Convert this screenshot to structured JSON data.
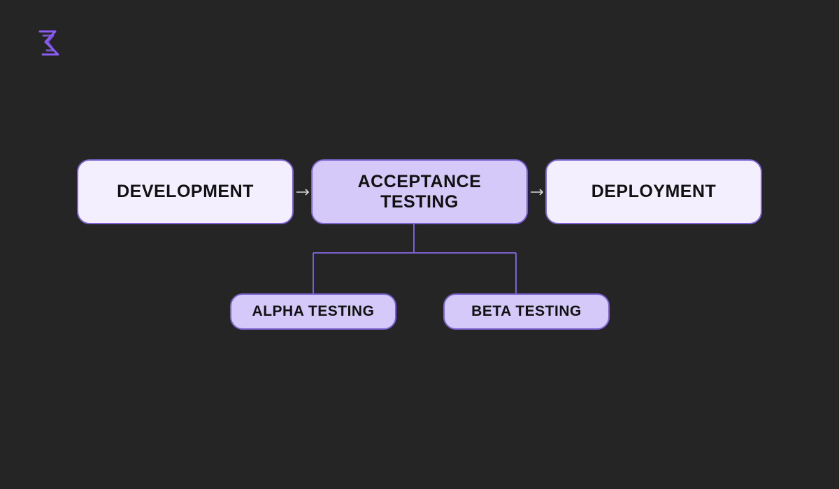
{
  "diagram": {
    "stages": [
      {
        "label": "DEVELOPMENT"
      },
      {
        "label": "ACCEPTANCE TESTING"
      },
      {
        "label": "DEPLOYMENT"
      }
    ],
    "sub_stages": [
      {
        "label": "ALPHA TESTING"
      },
      {
        "label": "BETA TESTING"
      }
    ],
    "colors": {
      "background": "#252525",
      "box_light": "#f3effe",
      "box_accent": "#d4c9f8",
      "border": "#7b62cf",
      "connector": "#7b62cf",
      "arrow": "#d9d9d9",
      "logo": "#8b5cf6"
    }
  }
}
